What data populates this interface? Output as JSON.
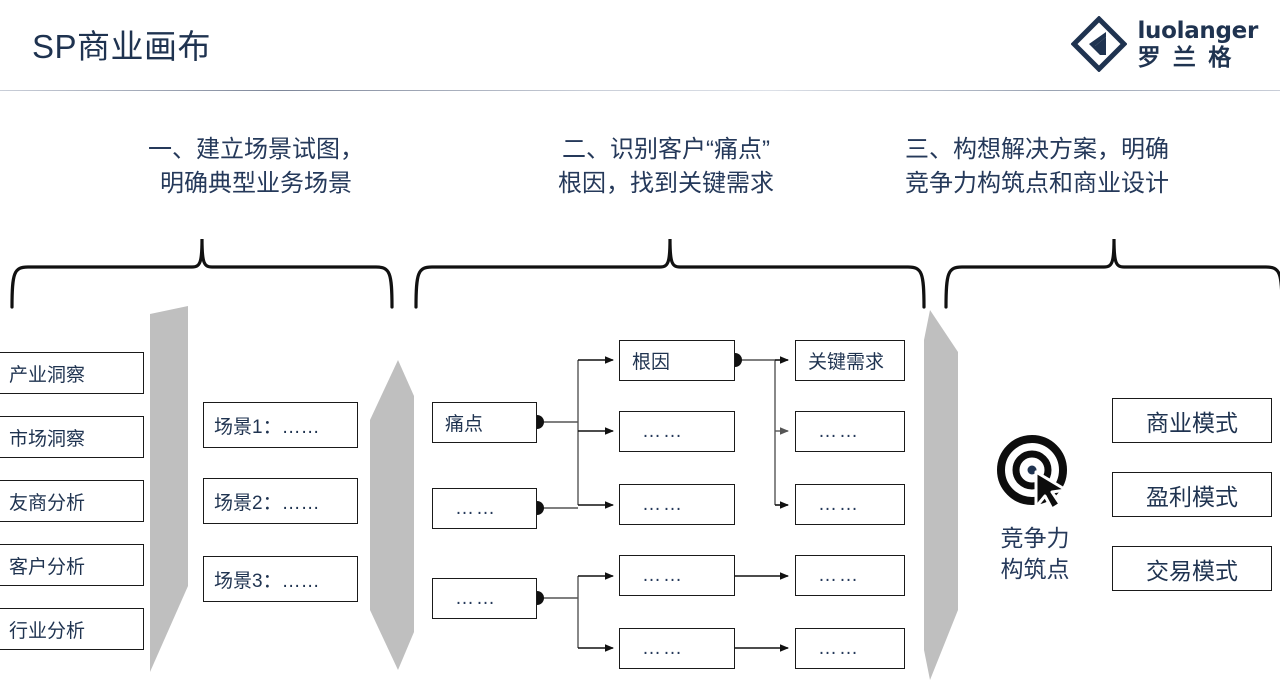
{
  "header": {
    "title": "SP商业画布",
    "logo": {
      "icon": "diamond-logo-icon",
      "en": "luolanger",
      "cn": "罗 兰 格"
    },
    "accent_color": "#1f3350"
  },
  "sections": [
    {
      "id": "one",
      "heading_line1": "一、建立场景试图，",
      "heading_line2": "明确典型业务场景"
    },
    {
      "id": "two",
      "heading_line1": "二、识别客户“痛点”",
      "heading_line2": "根因，找到关键需求"
    },
    {
      "id": "three",
      "heading_line1": "三、构想解决方案，明确",
      "heading_line2": "竞争力构筑点和商业设计"
    }
  ],
  "insight_column": {
    "items": [
      {
        "label": "产业洞察"
      },
      {
        "label": "市场洞察"
      },
      {
        "label": "友商分析"
      },
      {
        "label": "客户分析"
      },
      {
        "label": "行业分析"
      }
    ]
  },
  "scene_column": {
    "items": [
      {
        "label": "场景1：……"
      },
      {
        "label": "场景2：……"
      },
      {
        "label": "场景3：……"
      }
    ]
  },
  "pain_column": {
    "items": [
      {
        "label": "痛点"
      },
      {
        "label": "……"
      },
      {
        "label": "……"
      }
    ]
  },
  "root_cause_column": {
    "items": [
      {
        "label": "根因"
      },
      {
        "label": "……"
      },
      {
        "label": "……"
      },
      {
        "label": "……"
      },
      {
        "label": "……"
      }
    ]
  },
  "key_need_column": {
    "items": [
      {
        "label": "关键需求"
      },
      {
        "label": "……"
      },
      {
        "label": "……"
      },
      {
        "label": "……"
      },
      {
        "label": "……"
      }
    ]
  },
  "competitiveness": {
    "icon": "target-cursor-icon",
    "caption_line1": "竞争力",
    "caption_line2": "构筑点"
  },
  "model_column": {
    "items": [
      {
        "label": "商业模式"
      },
      {
        "label": "盈利模式"
      },
      {
        "label": "交易模式"
      }
    ]
  },
  "colors": {
    "text_navy": "#1f3350",
    "heading_navy": "#25395a",
    "chevron_gray": "#bfbfbf",
    "stroke_black": "#1a1a1a"
  }
}
